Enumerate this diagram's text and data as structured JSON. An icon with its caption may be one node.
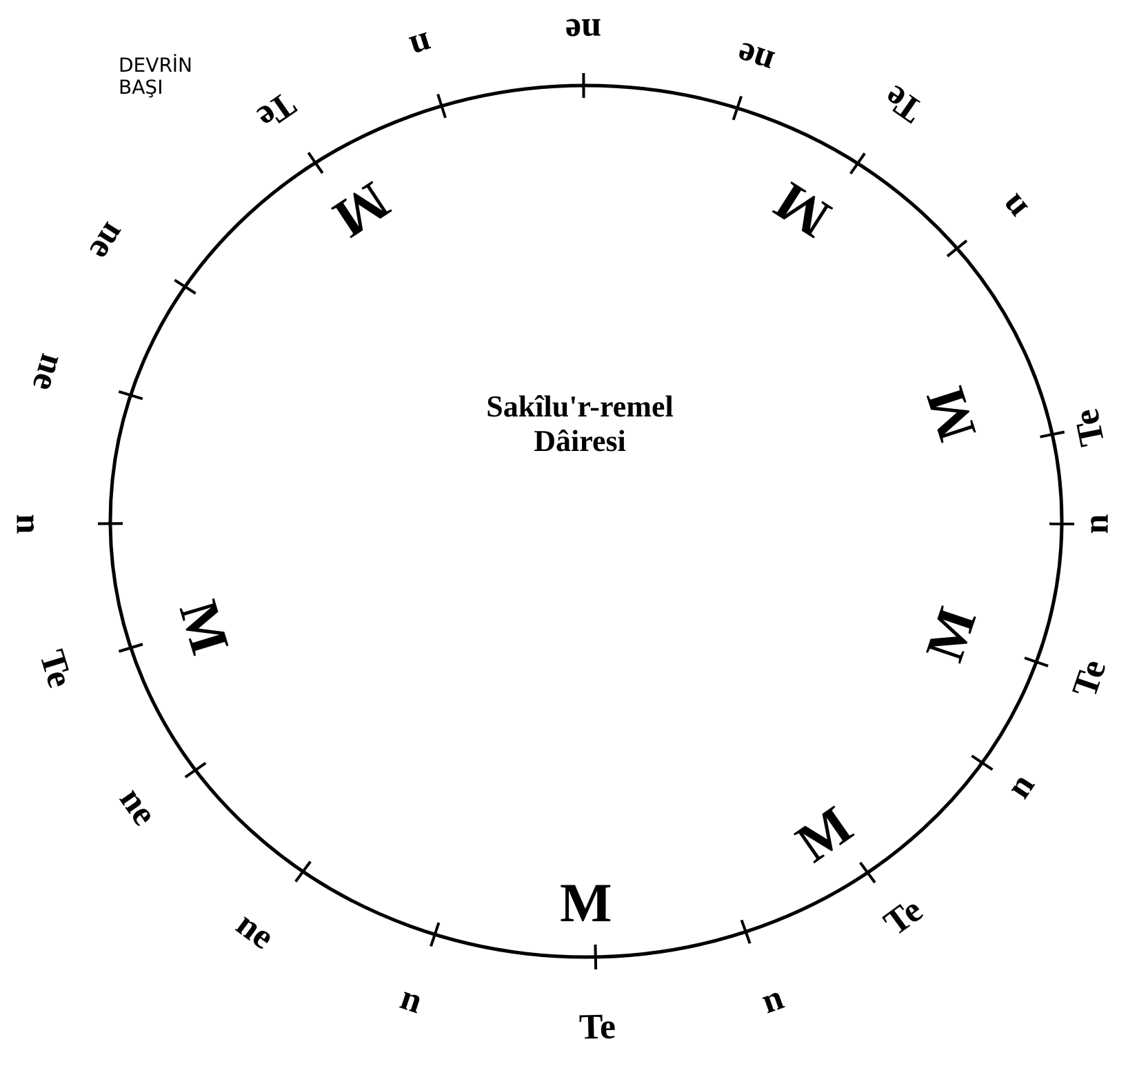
{
  "diagram": {
    "nodes": [
      {
        "text": [
          "Sakîlu'r-remel Dâiresi"
        ]
      }
    ],
    "labels": [
      "DEVRİN BAŞI",
      "ne",
      "ne",
      "Te",
      "n",
      "Te",
      "n",
      "Te",
      "n",
      "Te",
      "n",
      "Te",
      "n",
      "ne",
      "ne",
      "Te",
      "n",
      "ne",
      "ne",
      "Te",
      "n",
      "M",
      "M",
      "M",
      "M",
      "M",
      "M",
      "M"
    ]
  }
}
